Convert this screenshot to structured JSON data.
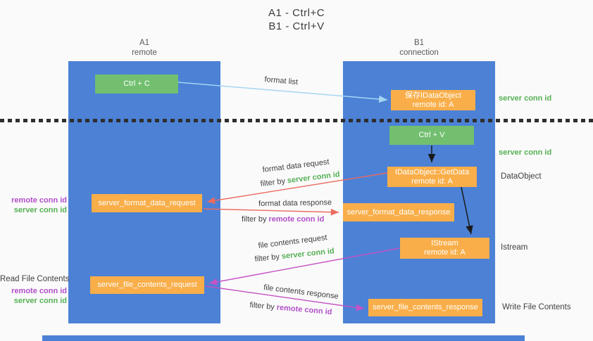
{
  "title": {
    "line1": "A1 - Ctrl+C",
    "line2": "B1 - Ctrl+V"
  },
  "lanes": {
    "left": {
      "title": "A1",
      "subtitle": "remote"
    },
    "right": {
      "title": "B1",
      "subtitle": "connection"
    }
  },
  "nodes": {
    "ctrl_c": {
      "label": "Ctrl + C"
    },
    "ctrl_v": {
      "label": "Ctrl + V"
    },
    "save_dataobject": {
      "line1": "保存IDataObject",
      "line2": "remote id: A"
    },
    "getdata": {
      "line1": "IDataObject::GetData",
      "line2": "remote id: A"
    },
    "istream": {
      "line1": "IStream",
      "line2": "remote id: A"
    },
    "format_request": {
      "label": "server_format_data_request"
    },
    "format_response": {
      "label": "server_format_data_response"
    },
    "file_request": {
      "label": "server_file_contents_request"
    },
    "file_response": {
      "label": "server_file_contents_response"
    }
  },
  "arrows": {
    "format_list": {
      "label": "format list"
    },
    "format_data_request": {
      "label": "format data request",
      "filter_prefix": "filter by",
      "filter_key": "server conn id"
    },
    "format_data_response": {
      "label": "format data response",
      "filter_prefix": "filter by",
      "filter_key": "remote conn id"
    },
    "file_contents_request": {
      "label": "file contents request",
      "filter_prefix": "filter by",
      "filter_key": "server conn id"
    },
    "file_contents_response": {
      "label": "file contents response",
      "filter_prefix": "filter by",
      "filter_key": "remote conn id"
    }
  },
  "side_labels": {
    "server_conn_id_top": "server conn id",
    "server_conn_id_mid": "server conn id",
    "dataobject": "DataObject",
    "istream": "Istream",
    "write_file_contents": "Write File Contents",
    "read_file_contents": "Read File Contents",
    "remote_conn_id_mid": "remote conn id",
    "server_conn_id_left_mid": "server conn id",
    "remote_conn_id_bottom": "remote conn id",
    "server_conn_id_left_bottom": "server conn id"
  },
  "colors": {
    "lane_blue": "#4c81d6",
    "node_green": "#72bf6f",
    "node_orange": "#f9ae49",
    "arrow_red": "#ec6a5e",
    "arrow_magenta": "#c553c5",
    "arrow_light_blue": "#a5d5f2",
    "arrow_black": "#1a1a1a",
    "label_green": "#55b055",
    "label_purple": "#b14fc8"
  }
}
